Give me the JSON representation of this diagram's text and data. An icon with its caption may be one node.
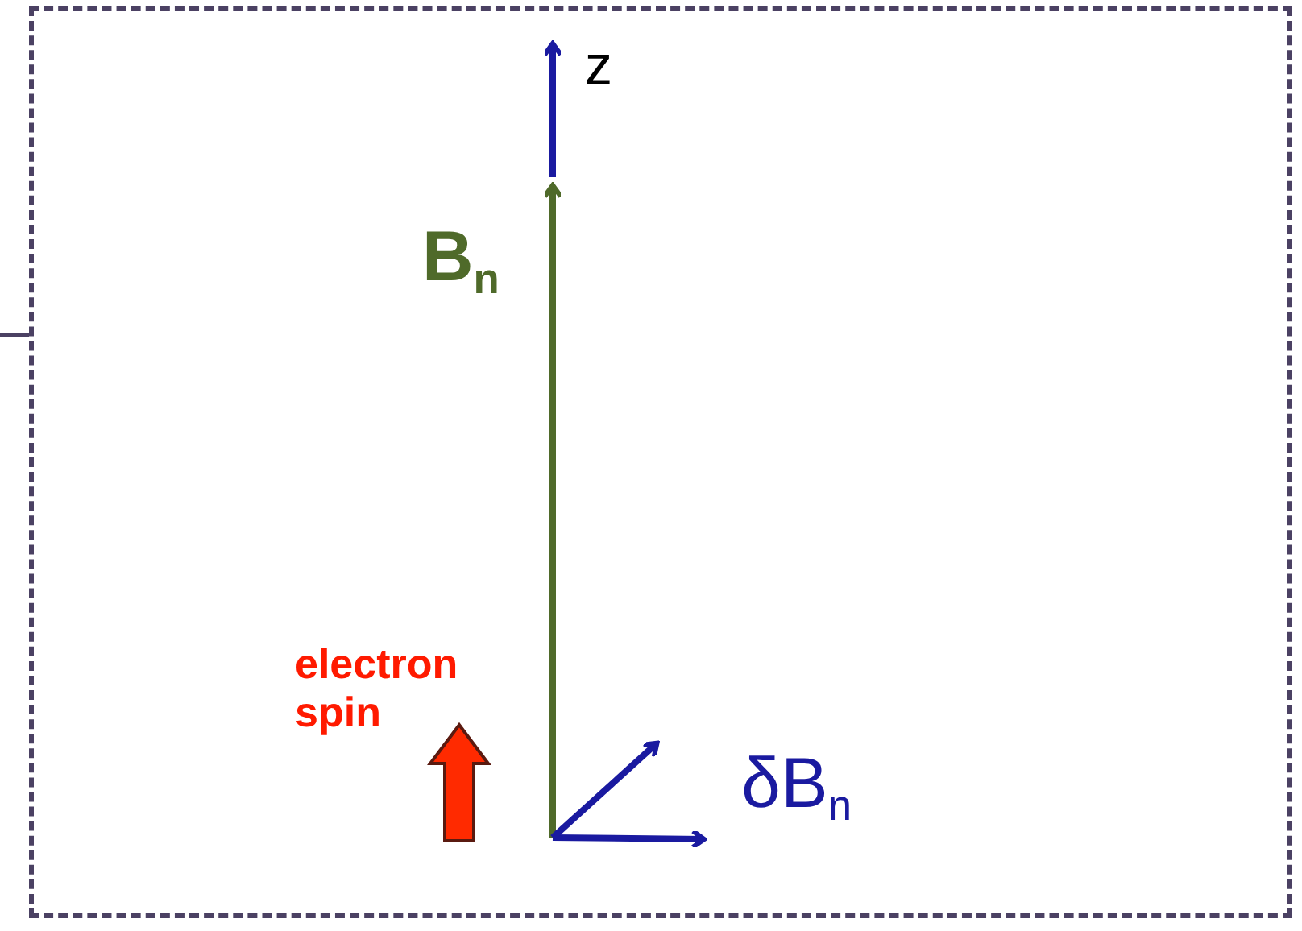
{
  "diagram": {
    "labels": [
      "z",
      "B$_{n}$",
      "electron spin",
      "δB$_{n}$"
    ]
  }
}
